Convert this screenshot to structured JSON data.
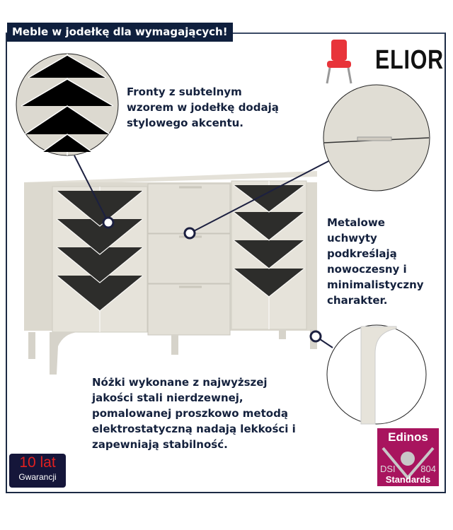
{
  "header": {
    "title": "Meble w jodełkę dla wymagających!"
  },
  "brand": {
    "name": "ELIOR",
    "icon": "chair-icon",
    "accent": "#e8343a"
  },
  "features": {
    "fronts": "Fronty z subtelnym\nwzorem w jodełkę dodają\nstylowego akcentu.",
    "handles": "Metalowe\nuchwyty\npodkreślają\nnowoczesny i\nminimalistyczny\ncharakter.",
    "legs": "Nóżki wykonane z najwyższej\njakości stali nierdzewnej,\npomalowanej proszkowo metodą\nelektrostatyczną nadają lekkości i\nzapewniają stabilność."
  },
  "warranty": {
    "years": "10 lat",
    "label": "Gwarancji"
  },
  "certificate": {
    "brand": "Edinos",
    "left": "DSI",
    "right": "804",
    "label": "Standards",
    "color": "#a8145e"
  }
}
